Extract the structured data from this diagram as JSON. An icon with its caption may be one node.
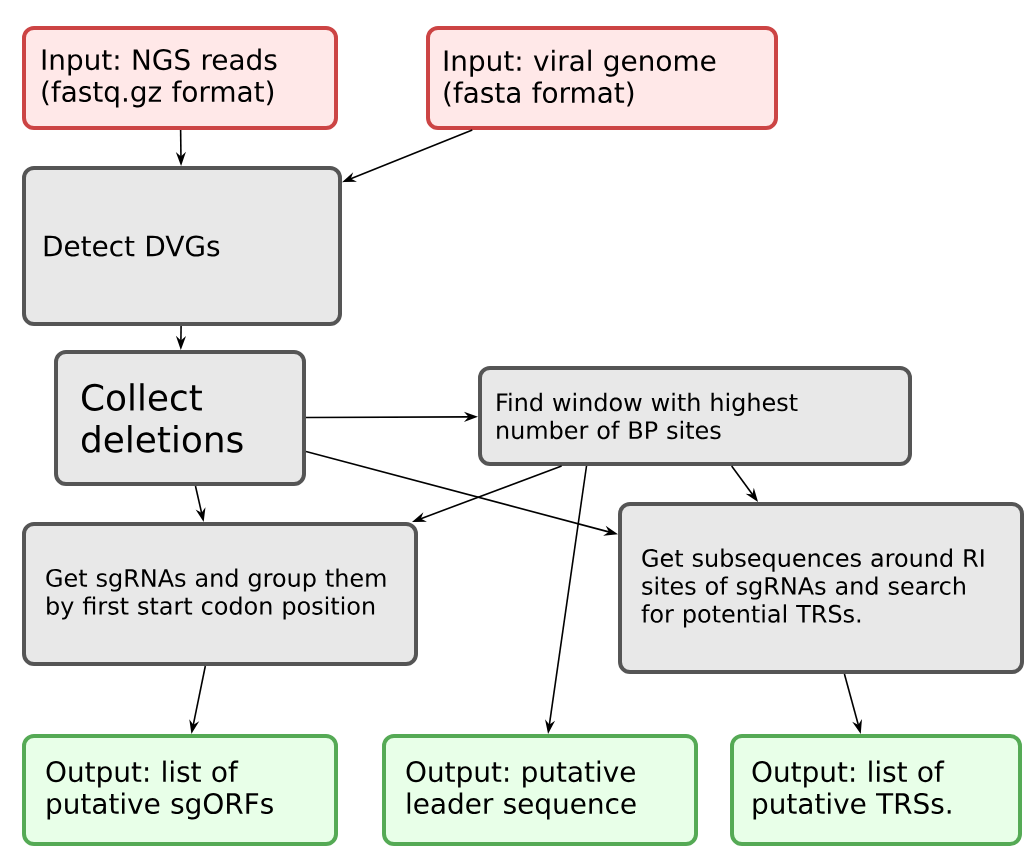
{
  "diagram": {
    "nodes": [
      {
        "text": [
          "Input: NGS reads (fastq.gz format)"
        ]
      },
      {
        "text": [
          "Input: viral genome (fasta format)"
        ]
      },
      {
        "text": [
          "Detect DVGs"
        ]
      },
      {
        "text": [
          "Collect deletions"
        ]
      },
      {
        "text": [
          "Find window with highest number of BP sites"
        ]
      },
      {
        "text": [
          "Get sgRNAs and group them by first start codon position"
        ]
      },
      {
        "text": [
          "Get subsequences around RI sites of sgRNAs and search for potential TRSs."
        ]
      },
      {
        "text": [
          "Output: list of putative sgORFs"
        ]
      },
      {
        "text": [
          "Output: putative leader sequence"
        ]
      },
      {
        "text": [
          "Output: list of putative TRSs."
        ]
      }
    ],
    "edges": [
      {
        "from": 0,
        "to": 2,
        "arrow": "to"
      },
      {
        "from": 1,
        "to": 2,
        "arrow": "to"
      },
      {
        "from": 2,
        "to": 3,
        "arrow": "to"
      },
      {
        "from": 3,
        "to": 4,
        "arrow": "to"
      },
      {
        "from": 3,
        "to": 5,
        "arrow": "to"
      },
      {
        "from": 3,
        "to": 6,
        "arrow": "to"
      },
      {
        "from": 4,
        "to": 5,
        "arrow": "to"
      },
      {
        "from": 4,
        "to": 8,
        "arrow": "to"
      },
      {
        "from": 4,
        "to": 6,
        "arrow": "to"
      },
      {
        "from": 5,
        "to": 7,
        "arrow": "to"
      },
      {
        "from": 6,
        "to": 9,
        "arrow": "to"
      }
    ]
  }
}
